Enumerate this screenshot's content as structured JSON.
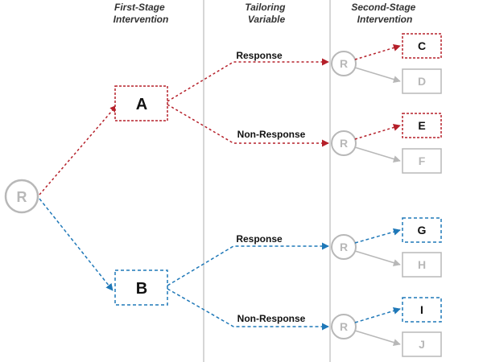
{
  "headers": {
    "first_stage": [
      "First-Stage",
      "Intervention"
    ],
    "tailoring": [
      "Tailoring",
      "Variable"
    ],
    "second_stage": [
      "Second-Stage",
      "Intervention"
    ]
  },
  "randomize_label": "R",
  "first_stage_options": {
    "top": "A",
    "bottom": "B"
  },
  "response_labels": {
    "a_response": "Response",
    "a_nonresponse": "Non-Response",
    "b_response": "Response",
    "b_nonresponse": "Non-Response"
  },
  "second_stage_options": {
    "a_response_chosen": "C",
    "a_response_other": "D",
    "a_nonresponse_chosen": "E",
    "a_nonresponse_other": "F",
    "b_response_chosen": "G",
    "b_response_other": "H",
    "b_nonresponse_chosen": "I",
    "b_nonresponse_other": "J"
  },
  "colors": {
    "red": "#b5202a",
    "blue": "#1f78b8",
    "grey": "#b8b8b8",
    "divider": "#c8c8c8"
  }
}
